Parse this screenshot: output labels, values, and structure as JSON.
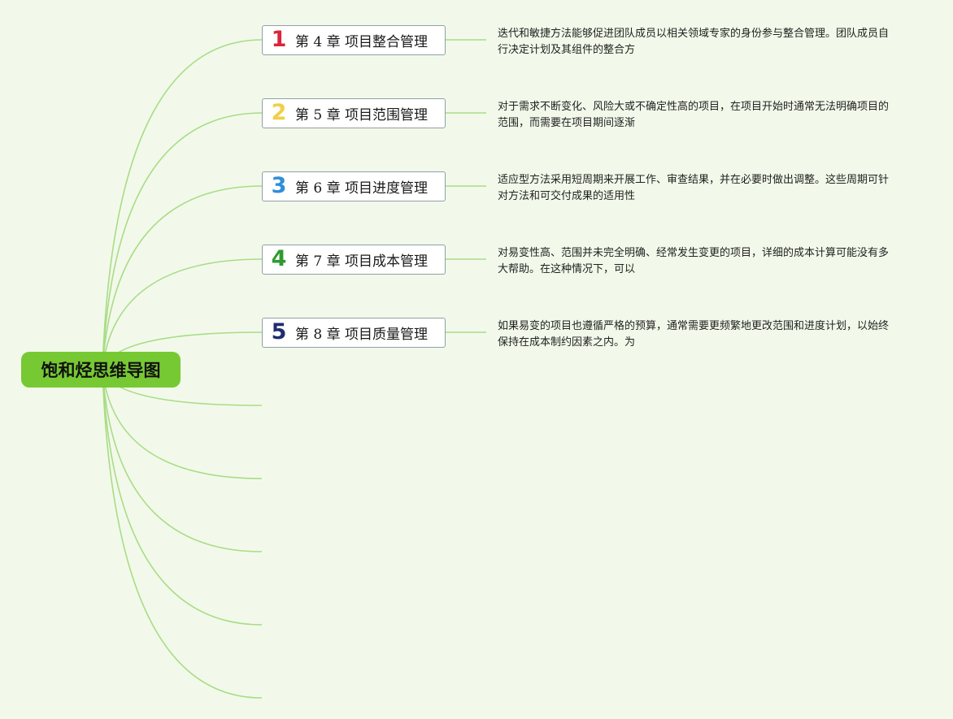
{
  "root": {
    "label": "饱和烃思维导图"
  },
  "branches": [
    {
      "number": "1",
      "number_color": "#d9263a",
      "label": "第 4 章 项目整合管理",
      "note": "迭代和敏捷方法能够促进团队成员以相关领域专家的身份参与整合管理。团队成员自行决定计划及其组件的整合方"
    },
    {
      "number": "2",
      "number_color": "#f0cf4a",
      "label": "第 5 章 项目范围管理",
      "note": "对于需求不断变化、风险大或不确定性高的项目，在项目开始时通常无法明确项目的范围，而需要在项目期间逐渐"
    },
    {
      "number": "3",
      "number_color": "#2f8fd8",
      "label": "第 6 章 项目进度管理",
      "note": "适应型方法采用短周期来开展工作、审查结果，并在必要时做出调整。这些周期可针对方法和可交付成果的适用性"
    },
    {
      "number": "4",
      "number_color": "#2e9b2e",
      "label": "第 7 章 项目成本管理",
      "note": "对易变性高、范围并未完全明确、经常发生变更的项目，详细的成本计算可能没有多大帮助。在这种情况下，可以"
    },
    {
      "number": "5",
      "number_color": "#1f2d6e",
      "label": "第 8 章 项目质量管理",
      "note": "如果易变的项目也遵循严格的预算，通常需要更频繁地更改范围和进度计划，以始终保持在成本制约因素之内。为"
    }
  ],
  "colors": {
    "branch_line": "#a9dc86",
    "background": "#f2f9ea",
    "root_fill": "#77c934"
  }
}
